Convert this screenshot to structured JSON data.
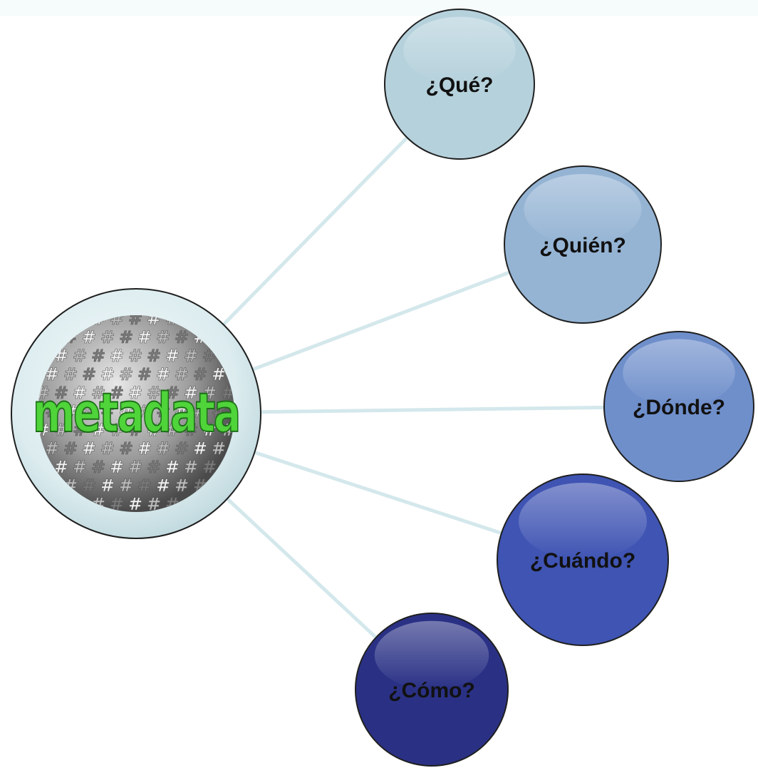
{
  "center": {
    "image_word": "metadata",
    "word_color": "#4fd43a",
    "sphere_glyph": "#"
  },
  "nodes": [
    {
      "label": "¿Qué?",
      "fill": "#b5d1dc"
    },
    {
      "label": "¿Quién?",
      "fill": "#95b4d4"
    },
    {
      "label": "¿Dónde?",
      "fill": "#6f8fcb"
    },
    {
      "label": "¿Cuándo?",
      "fill": "#3f54b3"
    },
    {
      "label": "¿Cómo?",
      "fill": "#2a3185"
    }
  ],
  "colors": {
    "connector": "#d4e8ec",
    "outline": "#1f1f1f",
    "label_dark": "#111111",
    "label_light": "#111111"
  }
}
